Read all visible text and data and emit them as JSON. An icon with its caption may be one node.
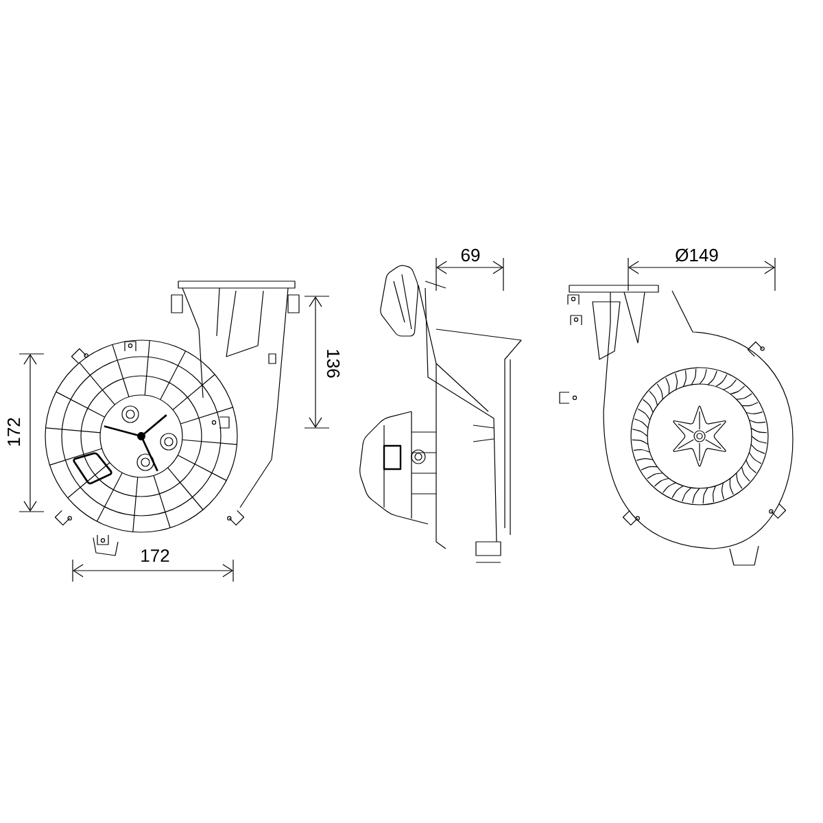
{
  "diagram": {
    "labels": [
      "69",
      "Ø149",
      "136",
      "172",
      "172"
    ]
  }
}
